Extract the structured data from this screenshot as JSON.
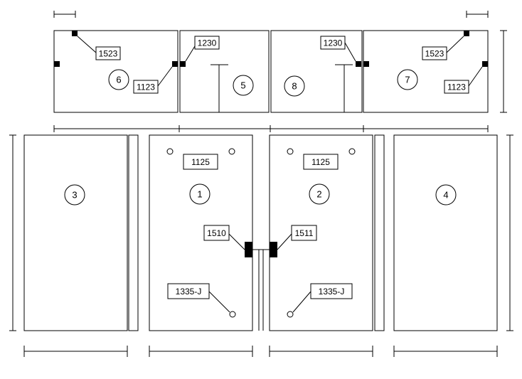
{
  "panel_numbers": {
    "p1": "1",
    "p2": "2",
    "p3": "3",
    "p4": "4",
    "p5": "5",
    "p6": "6",
    "p7": "7",
    "p8": "8"
  },
  "tags": {
    "t1523_left": "1523",
    "t1123_left": "1123",
    "t1230_left": "1230",
    "t1230_right": "1230",
    "t1523_right": "1523",
    "t1123_right": "1123",
    "t1125_left": "1125",
    "t1125_right": "1125",
    "t1510": "1510",
    "t1511": "1511",
    "t1335_left": "1335-J",
    "t1335_right": "1335-J"
  }
}
